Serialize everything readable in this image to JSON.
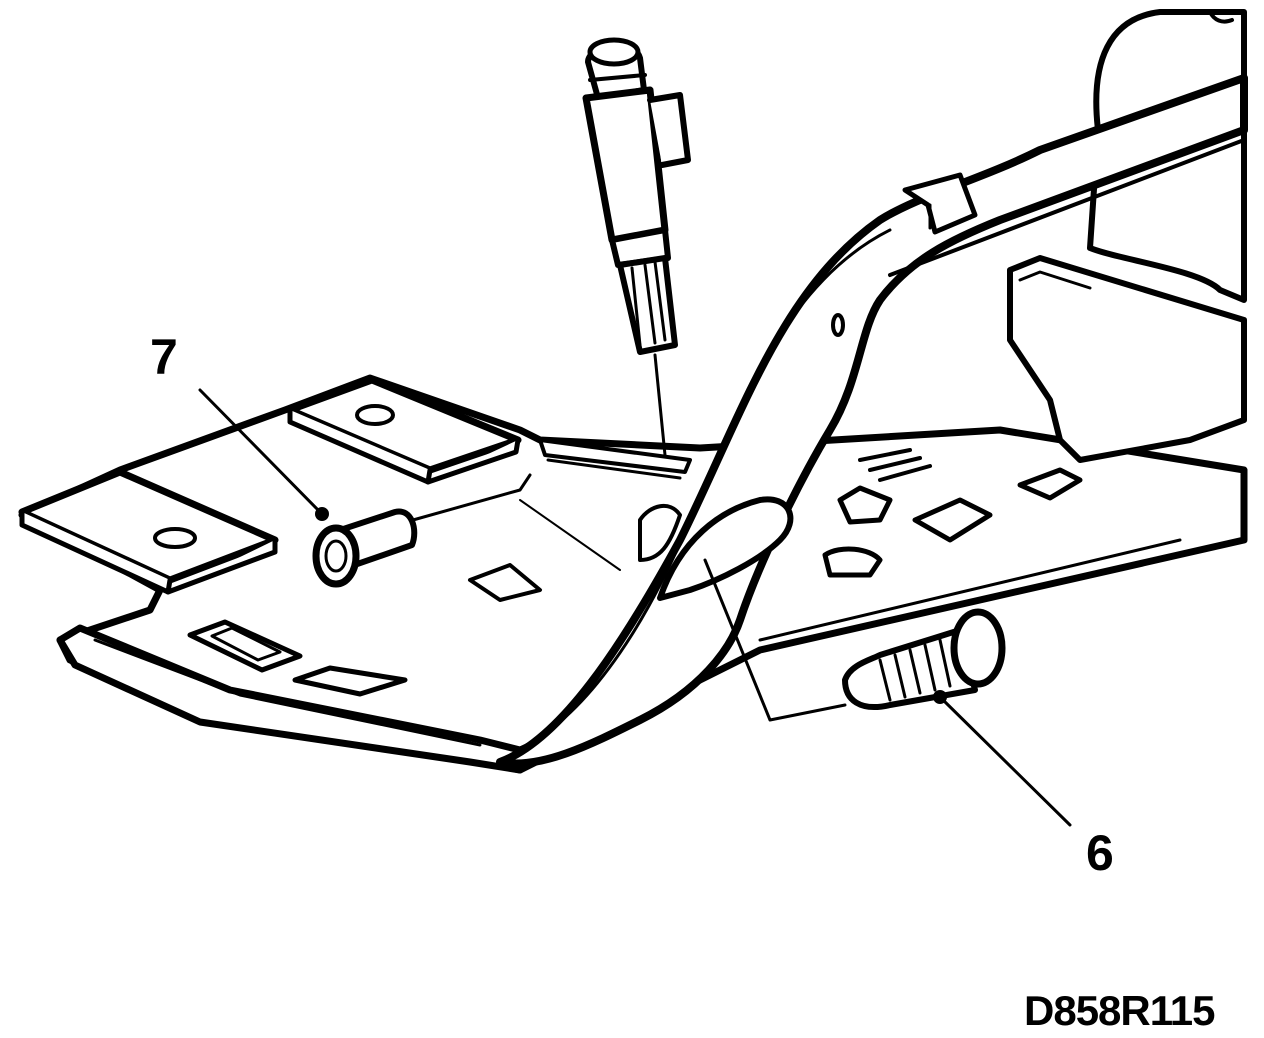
{
  "callouts": [
    {
      "number": "7",
      "part": "rivet"
    },
    {
      "number": "6",
      "part": "screw"
    }
  ],
  "figure_code": "D858R115",
  "colors": {
    "line": "#000000",
    "fill": "#ffffff"
  }
}
